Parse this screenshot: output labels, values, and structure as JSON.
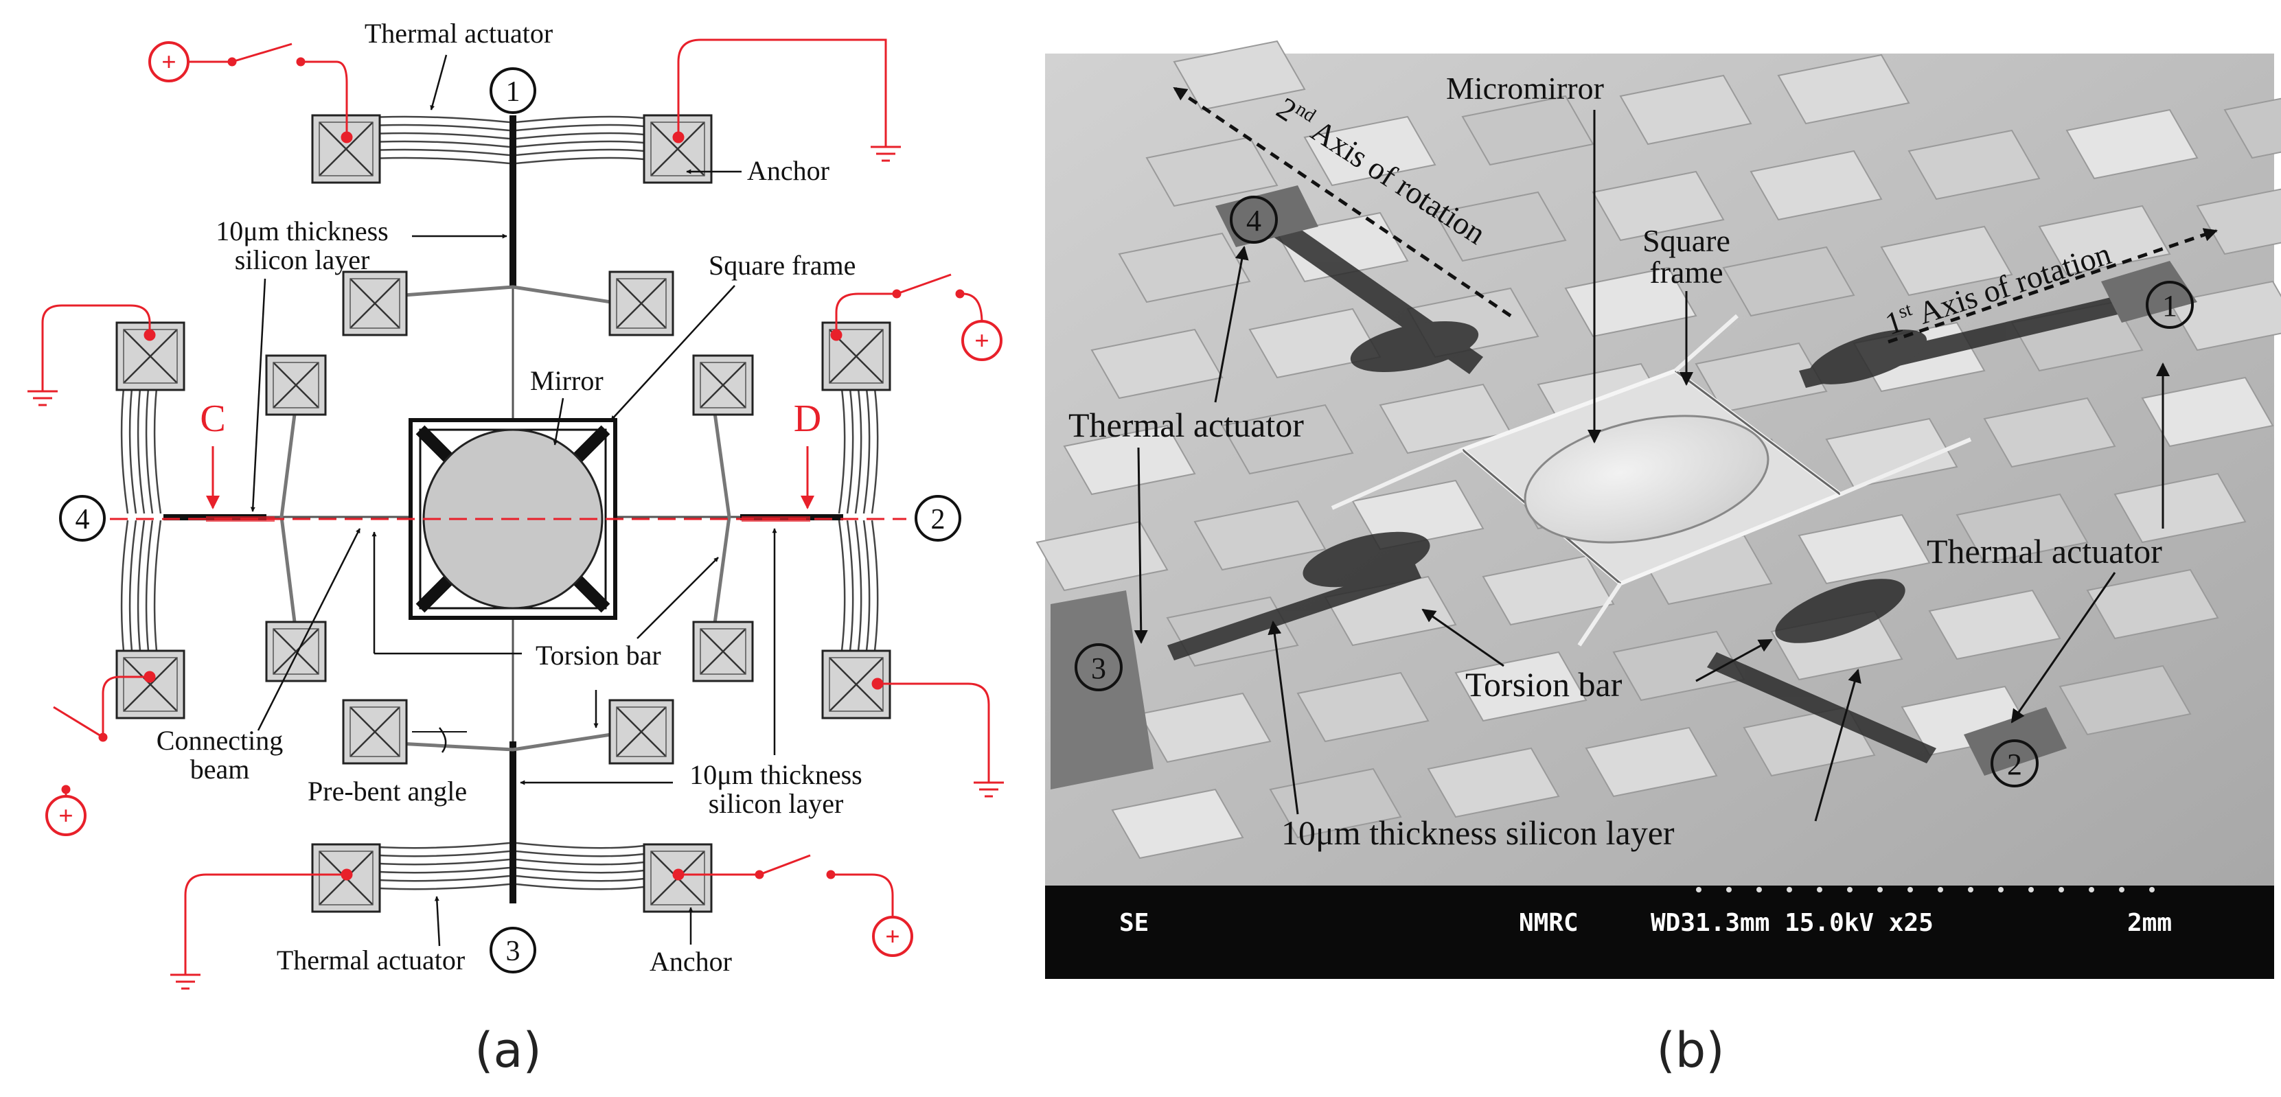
{
  "panel_a": {
    "caption": "(a)",
    "labels": {
      "thermal_actuator_top": "Thermal actuator",
      "anchor_top": "Anchor",
      "thickness_1a": "10μm thickness",
      "thickness_1b": "silicon layer",
      "square_frame": "Square frame",
      "mirror": "Mirror",
      "c": "C",
      "d": "D",
      "torsion_bar": "Torsion bar",
      "connecting_a": "Connecting",
      "connecting_b": "beam",
      "prebent": "Pre-bent angle",
      "thickness_2a": "10μm thickness",
      "thickness_2b": "silicon layer",
      "thermal_actuator_bottom": "Thermal actuator",
      "anchor_bottom": "Anchor"
    },
    "node_numbers": [
      "1",
      "2",
      "3",
      "4"
    ],
    "plus": "+",
    "colors": {
      "red": "#e8202a",
      "anchor_fill": "#d4d4d4",
      "mirror_fill": "#c8c8c8"
    }
  },
  "panel_b": {
    "caption": "(b)",
    "labels": {
      "micromirror": "Micromirror",
      "axis2_pre": "2",
      "axis2_sup": "nd",
      "axis2_post": " Axis of rotation",
      "square_a": "Square",
      "square_b": "frame",
      "axis1_pre": "1",
      "axis1_sup": "st",
      "axis1_post": " Axis of rotation",
      "thermal_left": "Thermal actuator",
      "thermal_right": "Thermal actuator",
      "torsion_bar": "Torsion bar",
      "thickness": "10μm thickness silicon layer"
    },
    "node_numbers": [
      "1",
      "2",
      "3",
      "4"
    ],
    "sem_bar": {
      "se": "SE",
      "nmrc": "NMRC",
      "params": "WD31.3mm 15.0kV x25",
      "scale": "2mm"
    }
  }
}
